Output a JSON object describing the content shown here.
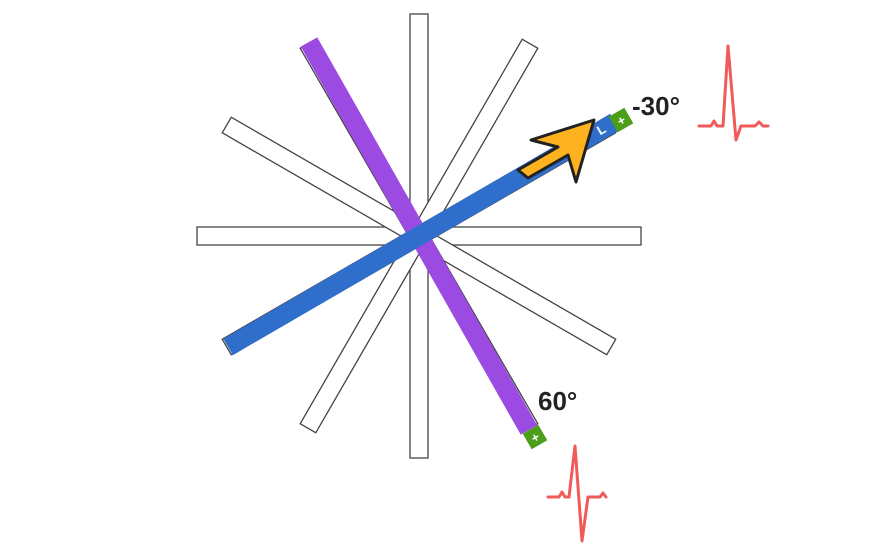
{
  "leads": {
    "L": {
      "angle_deg": -30,
      "angle_label": "-30°",
      "badge_letter": "L",
      "plus_symbol": "+",
      "color": "#2f6fcb"
    },
    "aVF60": {
      "angle_deg": 60,
      "angle_label": "60°",
      "plus_symbol": "+",
      "color": "#9b4be2"
    }
  },
  "reference_axes_deg": [
    0,
    30,
    60,
    90,
    120,
    150
  ],
  "colors": {
    "reference_axis_stroke": "#444444",
    "reference_axis_fill": "#ffffff",
    "arrow": "#ffb21f",
    "arrow_outline": "#222222",
    "plus_badge": "#4c9e1a",
    "ecg_waveform": "#f05a5a",
    "label_text": "#222222"
  },
  "icons": {
    "arrow": "vector-arrow-icon",
    "waveform": "ecg-waveform-icon"
  }
}
